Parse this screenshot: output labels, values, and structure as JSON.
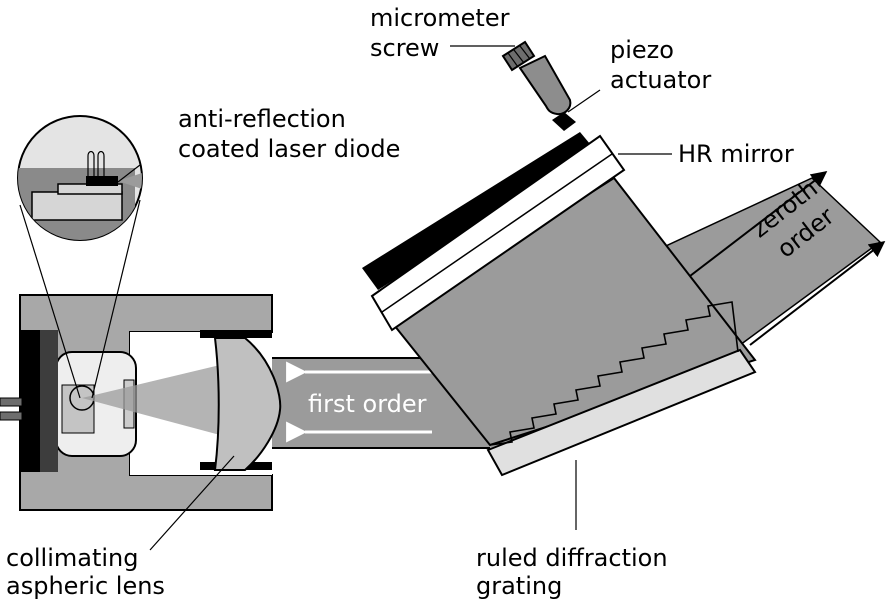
{
  "labels": {
    "micrometer": [
      "micrometer",
      "screw"
    ],
    "piezo": [
      "piezo",
      "actuator"
    ],
    "hr_mirror": "HR mirror",
    "diode": [
      "anti-reflection",
      "coated laser diode"
    ],
    "zeroth": [
      "zeroth",
      "order"
    ],
    "first_order": "first order",
    "lens": [
      "collimating",
      "aspheric lens"
    ],
    "grating": [
      "ruled diffraction",
      "grating"
    ]
  },
  "colors": {
    "beam": "#9b9b9b",
    "housing": "#a8a8a8",
    "light_gray": "#d6d6d6",
    "dark": "#000000"
  }
}
